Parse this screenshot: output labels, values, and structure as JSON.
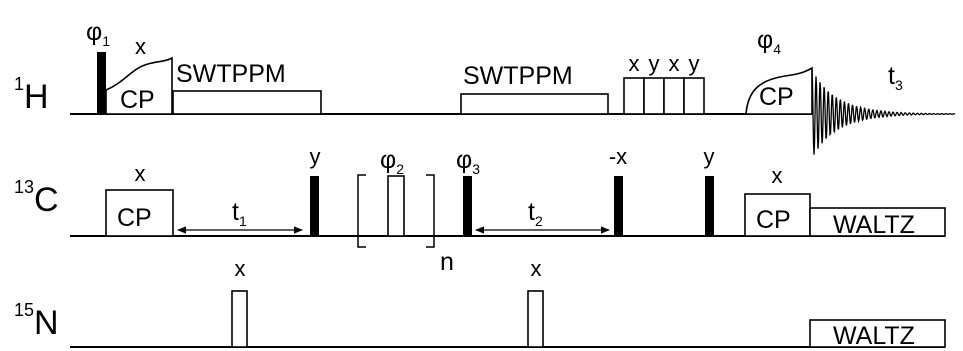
{
  "channels": {
    "h": {
      "mass": "1",
      "symbol": "H"
    },
    "c": {
      "mass": "13",
      "symbol": "C"
    },
    "n": {
      "mass": "15",
      "symbol": "N"
    }
  },
  "h_row": {
    "phi1": "φ",
    "phi1_sub": "1",
    "cp_phase": "x",
    "cp1": "CP",
    "decouple1": "SWTPPM",
    "decouple2": "SWTPPM",
    "phases": [
      "x",
      "y",
      "x",
      "y"
    ],
    "phi4": "φ",
    "phi4_sub": "4",
    "cp2": "CP",
    "t3": "t",
    "t3_sub": "3"
  },
  "c_row": {
    "cp_phase": "x",
    "cp1": "CP",
    "t1": "t",
    "t1_sub": "1",
    "pulse_y1": "y",
    "phi2": "φ",
    "phi2_sub": "2",
    "loop": "n",
    "phi3": "φ",
    "phi3_sub": "3",
    "t2": "t",
    "t2_sub": "2",
    "pulse_minus_x": "-x",
    "pulse_y2": "y",
    "cp2_phase": "x",
    "cp2": "CP",
    "waltz": "WALTZ"
  },
  "n_row": {
    "pulse1_phase": "x",
    "pulse2_phase": "x",
    "waltz": "WALTZ"
  }
}
